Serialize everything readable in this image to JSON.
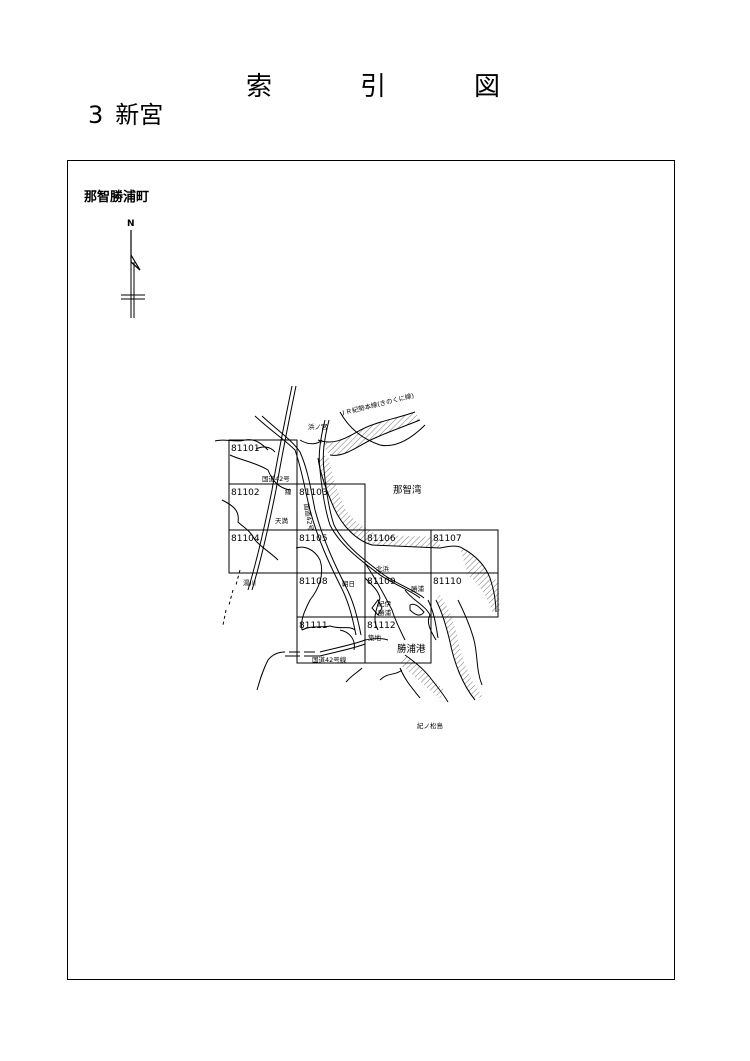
{
  "header": {
    "title_chars": [
      "索",
      "引",
      "図"
    ],
    "number": "3",
    "region": "新宮"
  },
  "map": {
    "town_name": "那智勝浦町",
    "north_label": "N",
    "sheets": [
      {
        "id": "81101"
      },
      {
        "id": "81102"
      },
      {
        "id": "81103"
      },
      {
        "id": "81104"
      },
      {
        "id": "81105"
      },
      {
        "id": "81106"
      },
      {
        "id": "81107"
      },
      {
        "id": "81108"
      },
      {
        "id": "81109"
      },
      {
        "id": "81110"
      },
      {
        "id": "81111"
      },
      {
        "id": "81112"
      }
    ],
    "places": {
      "hamanomiya": "浜ノ宮",
      "jr_line": "ＪＲ紀勢本線(きのくに線)",
      "route42_top": "国道42号",
      "sen": "線",
      "nachi_bay": "那智湾",
      "tenma": "天満",
      "yukawa": "湯川",
      "asahi": "朝日",
      "kitahama": "北浜",
      "katsuura": "勝浦",
      "kii_katsuura_1": "紀伊",
      "kii_katsuura_2": "勝浦",
      "tsukiji": "築地",
      "katsuura_port": "勝浦港",
      "route42_bottom": "国道42号線",
      "kinomatsushima": "紀ノ松島",
      "vertical_text": "国道42号"
    }
  }
}
